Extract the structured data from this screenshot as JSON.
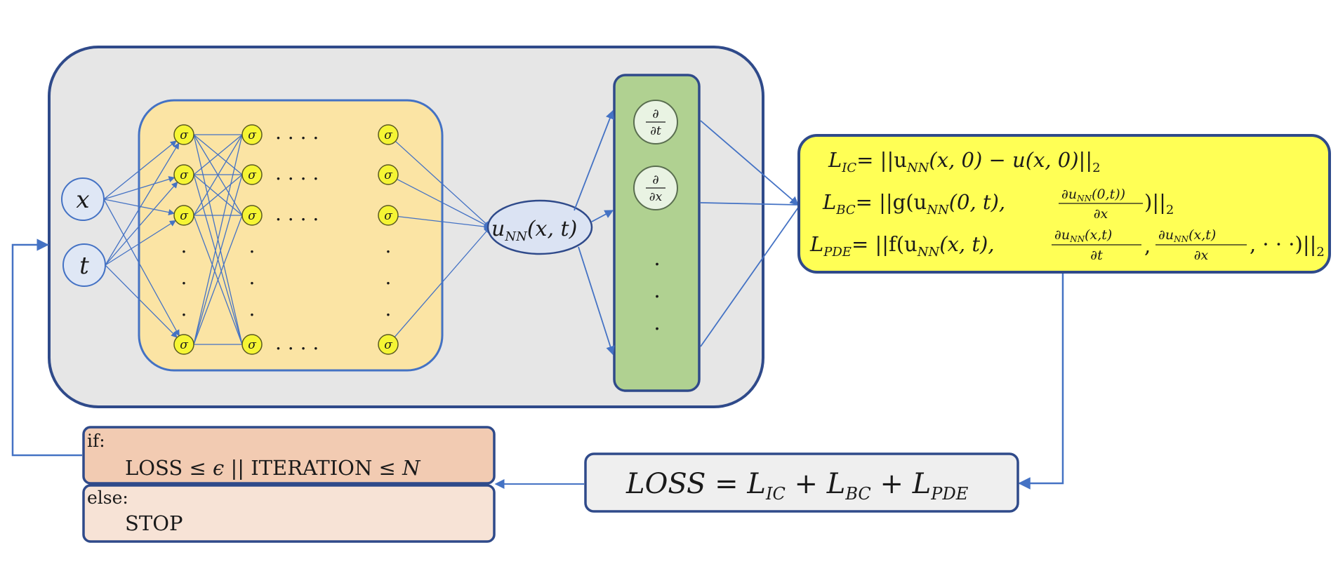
{
  "colors": {
    "outer_fill": "#e6e6e6",
    "outer_stroke": "#2f4a8a",
    "hidden_fill": "#fbe4a4",
    "hidden_stroke": "#4472c4",
    "neuron_fill": "#f5f534",
    "input_fill": "#dfe7f5",
    "output_fill": "#dbe3f3",
    "deriv_fill": "#b0d191",
    "deriv_node_fill": "#e9f3e3",
    "loss_fill": "#ffff55",
    "total_fill": "#efefef",
    "if_fill": "#f2cbb2",
    "else_fill": "#f7e3d6",
    "arrow": "#4472c4"
  },
  "network": {
    "inputs": [
      "x",
      "t"
    ],
    "neuron_symbol": "σ",
    "h_dots": ". . . .",
    "v_dot": "."
  },
  "output": {
    "u": "u",
    "sub": "NN",
    "args": "(x, t)"
  },
  "derivatives": {
    "partial": "∂",
    "dt_den": "∂t",
    "dx_den": "∂x",
    "dot": "."
  },
  "loss_terms": {
    "ic": {
      "L": "L",
      "sub": "IC",
      "rhs": "= ||u",
      "rhs_sub": "NN",
      "rhs_tail": "(x, 0) − u(x, 0)||",
      "norm": "2"
    },
    "bc": {
      "L": "L",
      "sub": "BC",
      "pre": "= ||g(u",
      "pre_sub": "NN",
      "mid": "(0, t),",
      "frac_num": "∂u",
      "frac_num_sub": "NN",
      "frac_num_tail": "(0,t))",
      "frac_den": "∂x",
      "tail": ")||",
      "norm": "2"
    },
    "pde": {
      "L": "L",
      "sub": "PDE",
      "pre": "= ||f(u",
      "pre_sub": "NN",
      "mid": "(x, t),",
      "frac1_num": "∂u",
      "frac1_num_sub": "NN",
      "frac1_num_tail": "(x,t)",
      "frac1_den": "∂t",
      "comma": ",",
      "frac2_num": "∂u",
      "frac2_num_sub": "NN",
      "frac2_num_tail": "(x,t)",
      "frac2_den": "∂x",
      "tail": ", · · ·)||",
      "norm": "2"
    }
  },
  "total_loss": {
    "lhs": "LOSS = L",
    "s1": "IC",
    "plus1": " + L",
    "s2": "BC",
    "plus2": " + L",
    "s3": "PDE"
  },
  "condition": {
    "if_label": "if:",
    "if_loss": "LOSS ≤ ",
    "if_eps": "ϵ",
    "if_mid": " || ITERATION ≤ ",
    "if_n": "N",
    "else_label": "else:",
    "stop": "STOP"
  }
}
